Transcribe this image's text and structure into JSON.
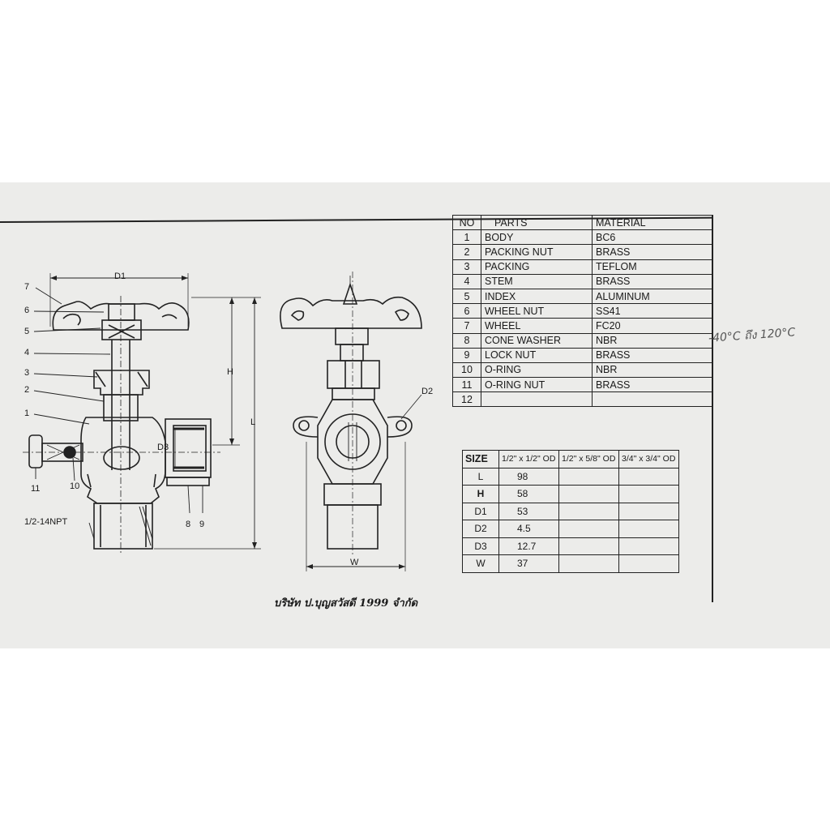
{
  "parts_table": {
    "headers": {
      "no": "NO",
      "parts": "PARTS",
      "material": "MATERIAL"
    },
    "rows": [
      {
        "no": "1",
        "part": "BODY",
        "material": "BC6"
      },
      {
        "no": "2",
        "part": "PACKING NUT",
        "material": "BRASS"
      },
      {
        "no": "3",
        "part": "PACKING",
        "material": "TEFLOM"
      },
      {
        "no": "4",
        "part": "STEM",
        "material": "BRASS"
      },
      {
        "no": "5",
        "part": "INDEX",
        "material": "ALUMINUM"
      },
      {
        "no": "6",
        "part": "WHEEL NUT",
        "material": "SS41"
      },
      {
        "no": "7",
        "part": "WHEEL",
        "material": "FC20"
      },
      {
        "no": "8",
        "part": "CONE WASHER",
        "material": "NBR"
      },
      {
        "no": "9",
        "part": "LOCK NUT",
        "material": "BRASS"
      },
      {
        "no": "10",
        "part": "O-RING",
        "material": "NBR"
      },
      {
        "no": "11",
        "part": "O-RING NUT",
        "material": "BRASS"
      },
      {
        "no": "12",
        "part": "",
        "material": ""
      }
    ]
  },
  "size_table": {
    "headers": {
      "size": "SIZE",
      "col1": "1/2\" x 1/2\" OD",
      "col2": "1/2\" x 5/8\" OD",
      "col3": "3/4\" x 3/4\" OD"
    },
    "rows": [
      {
        "label": "L",
        "v1": "98",
        "v2": "",
        "v3": ""
      },
      {
        "label": "H",
        "v1": "58",
        "v2": "",
        "v3": ""
      },
      {
        "label": "D1",
        "v1": "53",
        "v2": "",
        "v3": ""
      },
      {
        "label": "D2",
        "v1": "4.5",
        "v2": "",
        "v3": ""
      },
      {
        "label": "D3",
        "v1": "12.7",
        "v2": "",
        "v3": ""
      },
      {
        "label": "W",
        "v1": "37",
        "v2": "",
        "v3": ""
      }
    ]
  },
  "drawing": {
    "callouts": {
      "n7": "7",
      "n6": "6",
      "n5": "5",
      "n4": "4",
      "n3": "3",
      "n2": "2",
      "n1": "1",
      "n11": "11",
      "n10": "10",
      "n8": "8",
      "n9": "9"
    },
    "dimensions": {
      "d1": "D1",
      "h": "H",
      "l": "L",
      "d3": "D3",
      "d2": "D2",
      "w": "W"
    },
    "thread_label": "1/2-14NPT"
  },
  "company_name": "บริษัท ป.บุญสวัสดี 1999 จำกัด",
  "handwritten_note": "-40°C ถึง 120°C"
}
